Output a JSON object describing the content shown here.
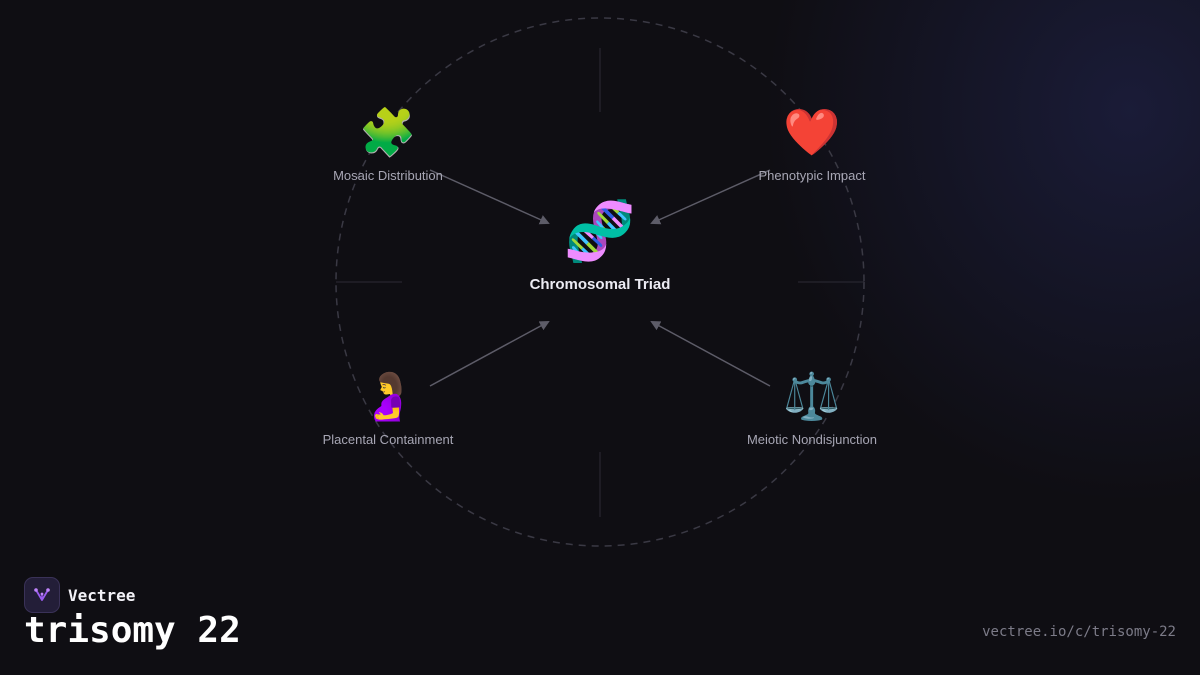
{
  "diagram": {
    "center": {
      "icon": "dna-icon",
      "emoji": "🧬",
      "label": "Chromosomal Triad"
    },
    "nodes": [
      {
        "id": "mosaic",
        "icon": "puzzle-icon",
        "emoji": "🧩",
        "label": "Mosaic Distribution"
      },
      {
        "id": "phenotypic",
        "icon": "heart-icon",
        "emoji": "❤️",
        "label": "Phenotypic Impact"
      },
      {
        "id": "placental",
        "icon": "pregnant-woman-icon",
        "emoji": "🤰",
        "label": "Placental Containment"
      },
      {
        "id": "meiotic",
        "icon": "balance-scale-icon",
        "emoji": "⚖️",
        "label": "Meiotic Nondisjunction"
      }
    ]
  },
  "footer": {
    "brand": "Vectree",
    "brand_icon": "vectree-logo-icon",
    "title": "trisomy 22",
    "url": "vectree.io/c/trisomy-22"
  },
  "colors": {
    "background": "#0f0e13",
    "arrow": "#5d5c68",
    "ring": "#3a3944",
    "logo_accent": "#9b5cf0"
  }
}
